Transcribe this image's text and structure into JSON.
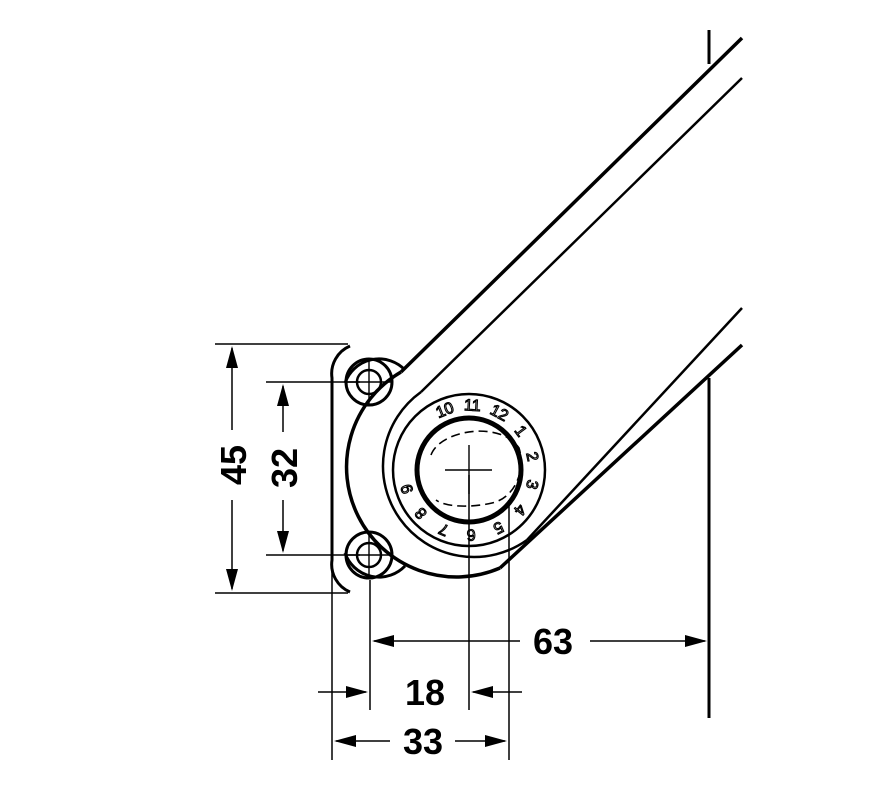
{
  "dimensions": {
    "height_outer": "45",
    "height_inner": "32",
    "width_18": "18",
    "width_33": "33",
    "width_63": "63"
  },
  "dial_numbers": [
    "10",
    "11",
    "12",
    "1",
    "2",
    "3",
    "4",
    "5",
    "6",
    "7",
    "8",
    "9"
  ],
  "colors": {
    "line": "#000000",
    "background": "#ffffff"
  }
}
